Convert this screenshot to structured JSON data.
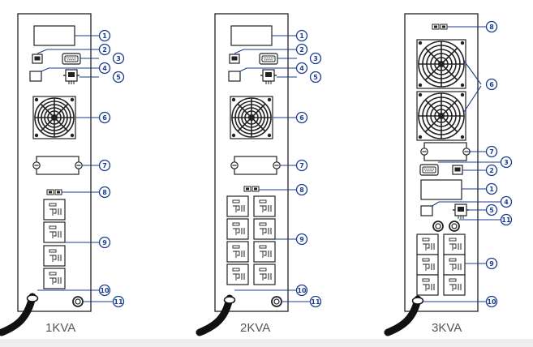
{
  "colors": {
    "panel_fill": "#ffffff",
    "panel_stroke": "#222222",
    "callout_stroke": "#1a3c8c",
    "callout_fill": "#ffffff",
    "cable": "#111111"
  },
  "panels": [
    {
      "model_label": "1KVA",
      "callouts": [
        "1",
        "2",
        "3",
        "4",
        "5",
        "6",
        "7",
        "8",
        "9",
        "10",
        "11"
      ]
    },
    {
      "model_label": "2KVA",
      "callouts": [
        "1",
        "2",
        "3",
        "4",
        "5",
        "6",
        "7",
        "8",
        "9",
        "10",
        "11"
      ]
    },
    {
      "model_label": "3KVA",
      "callouts": [
        "8",
        "6",
        "7",
        "3",
        "2",
        "1",
        "4",
        "5",
        "11",
        "9",
        "10"
      ]
    }
  ]
}
